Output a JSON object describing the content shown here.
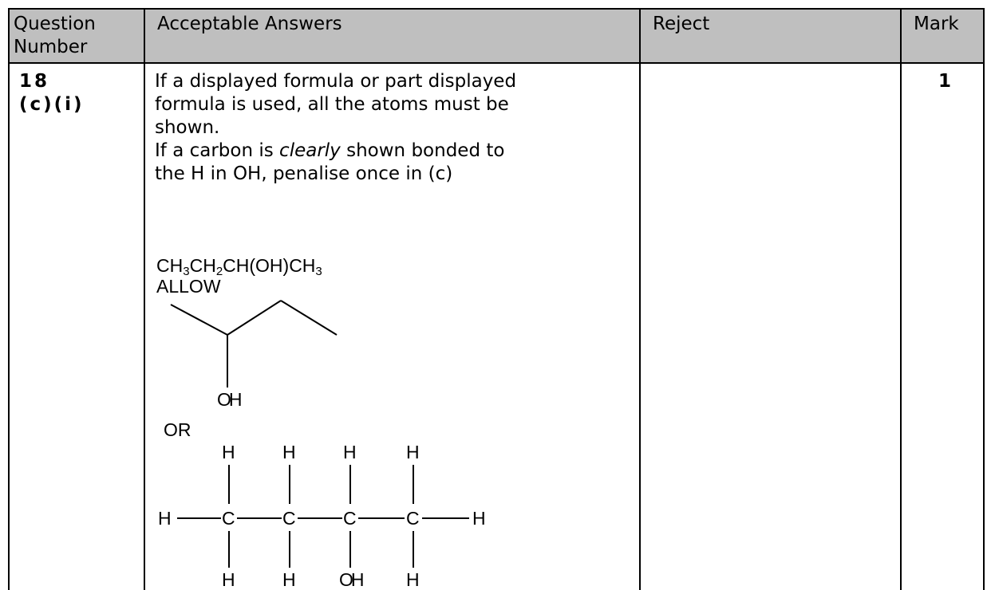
{
  "header": {
    "question_number": "Question Number",
    "acceptable_answers": "Acceptable Answers",
    "reject": "Reject",
    "mark": "Mark"
  },
  "row": {
    "question": "18",
    "part": "(c)(i)",
    "answer_lines": [
      "If a displayed formula or part displayed",
      "formula is used, all the atoms must be",
      "shown."
    ],
    "carbon_line_1_pre": "If a carbon is ",
    "carbon_line_1_em": "clearly",
    "carbon_line_1_post": " shown bonded to",
    "carbon_line_2": "the H in OH, penalise once in (c)",
    "formula": {
      "p1": "CH",
      "s1": "3",
      "p2": "CH",
      "s2": "2",
      "p3": "CH(OH)CH",
      "s3": "3"
    },
    "allow": "ALLOW",
    "skeletal_oh": "OH",
    "or": "OR",
    "displayed_top_h": [
      "H",
      "H",
      "H",
      "H"
    ],
    "displayed_left_h": "H",
    "displayed_right_h": "H",
    "displayed_c": [
      "C",
      "C",
      "C",
      "C"
    ],
    "displayed_bottom": [
      "H",
      "H",
      "OH",
      "H"
    ],
    "reject": "",
    "mark": "1"
  }
}
